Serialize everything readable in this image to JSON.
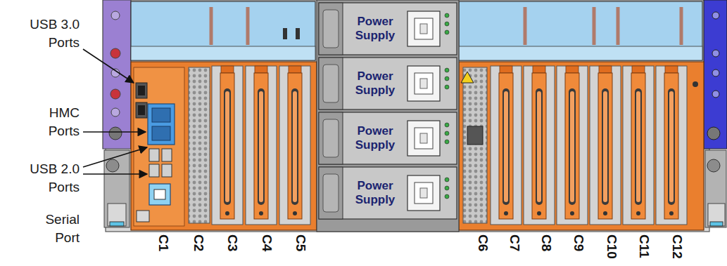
{
  "diagram": {
    "nodes": [
      {
        "text": [
          "Power Supply"
        ]
      },
      {
        "text": [
          "Power Supply"
        ]
      },
      {
        "text": [
          "Power Supply"
        ]
      },
      {
        "text": [
          "Power Supply"
        ]
      }
    ],
    "labels": [
      "USB 3.0 Ports",
      "HMC Ports",
      "USB 2.0 Ports",
      "Serial Port",
      "C1",
      "C2",
      "C3",
      "C4",
      "C5",
      "C6",
      "C7",
      "C8",
      "C9",
      "C10",
      "C11",
      "C12"
    ]
  }
}
